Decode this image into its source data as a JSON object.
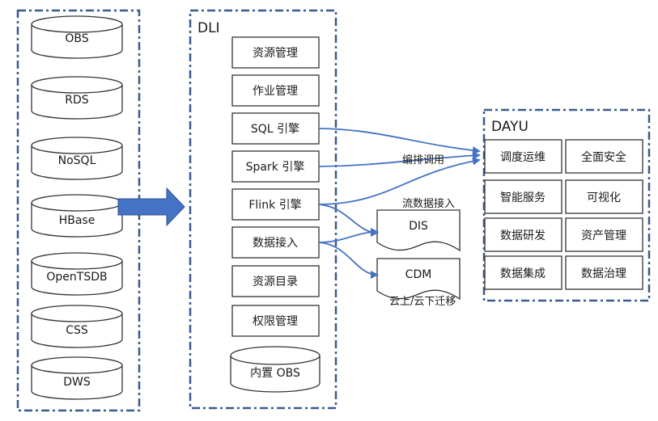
{
  "sources": {
    "items": [
      "OBS",
      "RDS",
      "NoSQL",
      "HBase",
      "OpenTSDB",
      "CSS",
      "DWS"
    ]
  },
  "dli": {
    "title": "DLI",
    "modules": [
      "资源管理",
      "作业管理",
      "SQL 引擎",
      "Spark 引擎",
      "Flink 引擎",
      "数据接入",
      "资源目录",
      "权限管理"
    ],
    "storage": "内置 OBS"
  },
  "dayu": {
    "title": "DAYU",
    "modules": [
      "调度运维",
      "全面安全",
      "智能服务",
      "可视化",
      "数据研发",
      "资产管理",
      "数据集成",
      "数据治理"
    ]
  },
  "ingest": {
    "items": [
      "DIS",
      "CDM"
    ]
  },
  "labels": {
    "orchestration": "编排调用",
    "stream_ingest": "流数据接入",
    "cloud_migration": "云上/云下迁移"
  },
  "colors": {
    "frame": "#3a5a8c",
    "arrow": "#4472c4",
    "box_border": "#333333"
  }
}
